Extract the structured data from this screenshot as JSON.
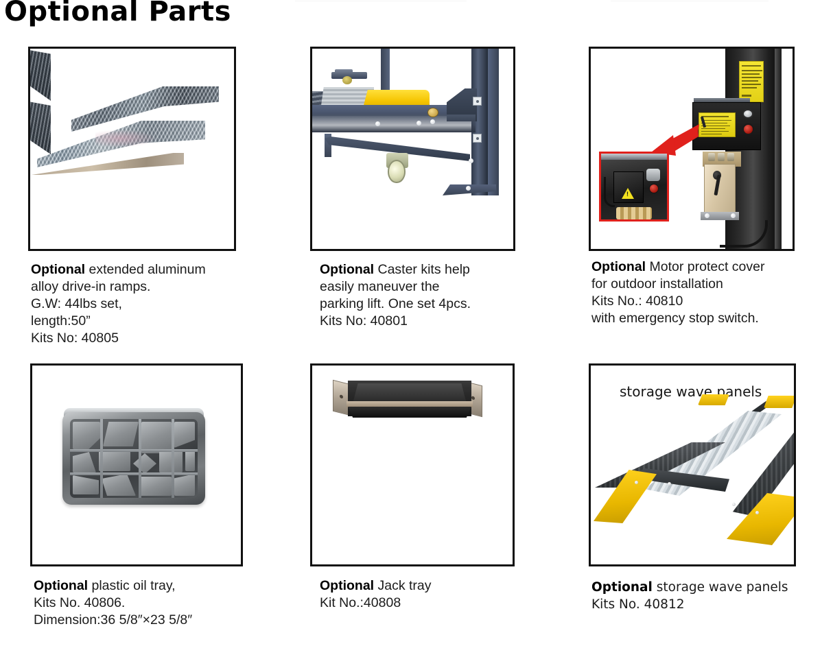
{
  "page": {
    "title": "Optional Parts",
    "background_color": "#ffffff",
    "frame_border_color": "#111111"
  },
  "items": [
    {
      "id": "extended-aluminum-ramps",
      "image_alt": "Two extended aluminum alloy diamond-plate drive-in ramps",
      "caption": {
        "lead": "Optional",
        "rest": " extended aluminum\nalloy drive-in ramps.\nG.W: 44lbs set,\nlength:50”\nKits No: 40805"
      },
      "kit_no": "40805",
      "gross_weight": "44lbs set",
      "length": "50”"
    },
    {
      "id": "caster-kits",
      "image_alt": "Caster kit wheel mounted on a dark blue parking lift frame with yellow block",
      "caption": {
        "lead": "Optional",
        "rest": " Caster kits help\neasily maneuver the\nparking lift. One set 4pcs."
      },
      "caption_extra": "Kits No: 40801",
      "kit_no": "40801",
      "set_quantity": "One set 4pcs."
    },
    {
      "id": "motor-protect-cover",
      "image_alt": "Black lift column with motor control box, yellow warning labels, red emergency stop and red arrow to inset detail",
      "caption": {
        "lead": "Optional",
        "rest": " Motor protect cover\nfor outdoor installation\nKits No.: 40810\nwith emergency stop switch."
      },
      "kit_no": "40810"
    },
    {
      "id": "plastic-oil-tray",
      "image_alt": "Dark gray plastic oil drip tray with geometric rib pattern",
      "caption": {
        "lead": "Optional",
        "rest": " plastic oil tray,\nKits No. 40806.\nDimension:36 5/8″×23 5/8″"
      },
      "kit_no": "40806",
      "dimension": "36 5/8″×23 5/8″"
    },
    {
      "id": "jack-tray",
      "image_alt": "Dark steel channel jack tray with tan end brackets",
      "caption": {
        "lead": "Optional",
        "rest": " Jack tray\nKit No.:40808"
      },
      "kit_no": "40808"
    },
    {
      "id": "storage-wave-panels",
      "image_alt": "Four post lift runways with yellow ramps and corrugated silver storage wave panel deck",
      "image_label": "storage wave panels",
      "caption": {
        "lead": "Optional",
        "rest": " storage wave panels\nKits No. 40812"
      },
      "kit_no": "40812"
    }
  ]
}
